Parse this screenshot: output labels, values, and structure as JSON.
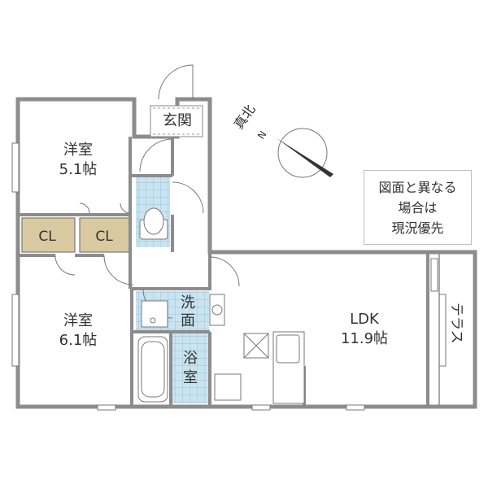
{
  "rooms": {
    "western1": {
      "name": "洋室",
      "size": "5.1帖"
    },
    "western2": {
      "name": "洋室",
      "size": "6.1帖"
    },
    "closet1": "CL",
    "closet2": "CL",
    "entrance": "玄関",
    "washroom": {
      "line1": "洗",
      "line2": "面"
    },
    "bath": {
      "line1": "浴",
      "line2": "室"
    },
    "ldk": {
      "name": "LDK",
      "size": "11.9帖"
    },
    "terrace": "テラス"
  },
  "compass": {
    "label": "真北",
    "n": "N"
  },
  "notice": {
    "line1": "図面と異なる",
    "line2": "場合は",
    "line3": "現況優先"
  },
  "colors": {
    "wall": "#8c8c8c",
    "closet": "#d8c9a1",
    "wet_area": "#c9e3f0",
    "text": "#333333"
  }
}
